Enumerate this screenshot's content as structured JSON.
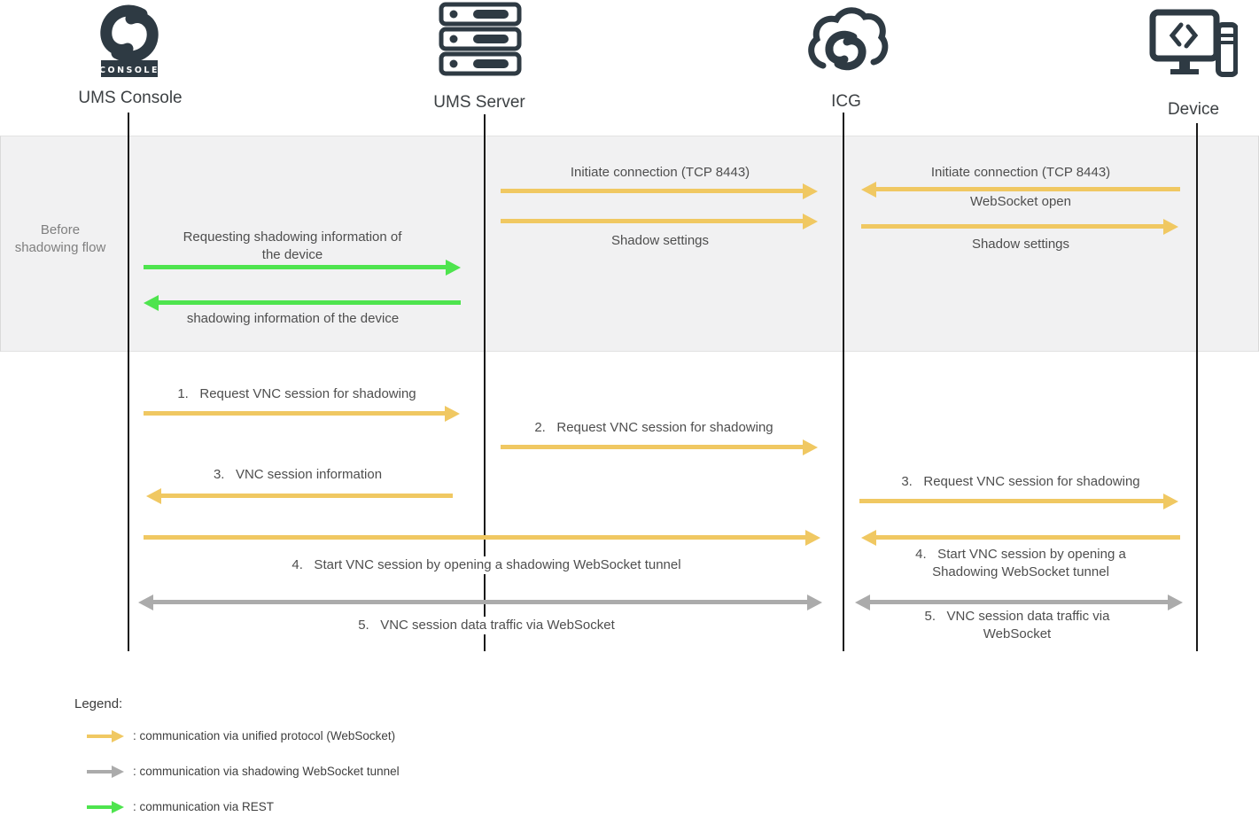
{
  "colors": {
    "unified_protocol": "#F0C862",
    "shadow_tunnel": "#ABABAB",
    "rest": "#4EE44E",
    "icon": "#2E3A43",
    "band_bg": "#F1F1F2",
    "lifeline": "#1A1A1A"
  },
  "actors": {
    "console": "UMS Console",
    "server": "UMS Server",
    "icg": "ICG",
    "device": "Device"
  },
  "console_badge": "CONSOLE",
  "band": {
    "label": "Before shadowing flow"
  },
  "messages": {
    "init_server_icg": "Initiate connection (TCP 8443)",
    "shadow_settings_server_icg": "Shadow settings",
    "init_device_icg": "Initiate connection (TCP 8443)",
    "websocket_open": "WebSocket open",
    "shadow_settings_icg_device": "Shadow settings",
    "request_shadow_info": "Requesting shadowing information of the device",
    "shadow_info_response": "shadowing information of the device",
    "step1": "1.   Request VNC session for shadowing",
    "step2": "2.   Request VNC session for shadowing",
    "step3_info": "3.   VNC session information",
    "step3_request": "3.   Request VNC session for shadowing",
    "step4_tunnel": "4.   Start VNC session by opening a shadowing WebSocket tunnel",
    "step4_device": "4.   Start VNC session by opening a Shadowing WebSocket tunnel",
    "step5_traffic": "5.   VNC session data traffic via WebSocket",
    "step5_device": "5.   VNC session data traffic via WebSocket"
  },
  "legend": {
    "title": "Legend:",
    "items": [
      {
        "label": ": communication via unified protocol (WebSocket)",
        "color": "#F0C862"
      },
      {
        "label": ": communication via shadowing WebSocket tunnel",
        "color": "#ABABAB"
      },
      {
        "label": ": communication via REST",
        "color": "#4EE44E"
      }
    ]
  }
}
